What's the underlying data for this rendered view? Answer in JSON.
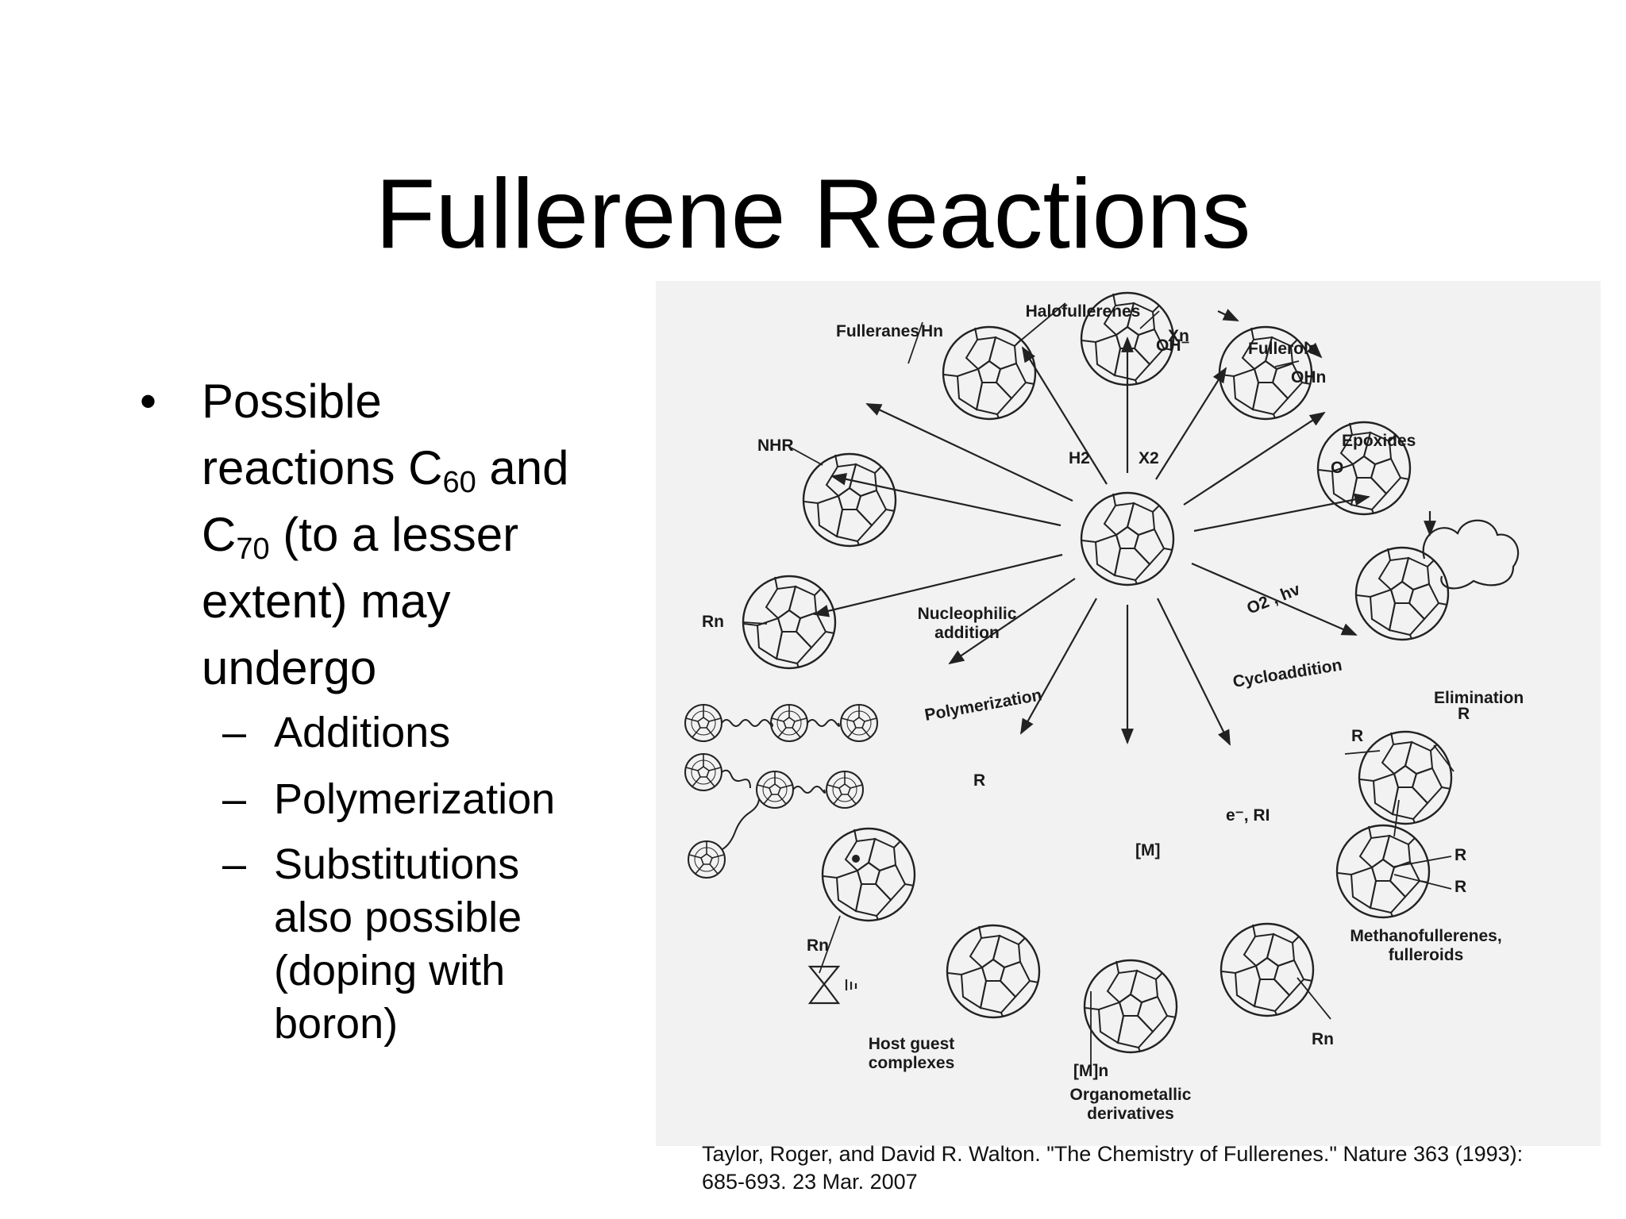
{
  "title": "Fullerene Reactions",
  "bullet": {
    "line1": "Possible",
    "line2_pre": "reactions C",
    "line2_sub": "60",
    "line2_post": " and",
    "line3_pre": "C",
    "line3_sub": "70",
    "line3_post": " (to a lesser",
    "line4": "extent) may",
    "line5": "undergo"
  },
  "sub_bullets": {
    "additions": "Additions",
    "polymerization": "Polymerization",
    "subst_1": "Substitutions",
    "subst_2": "also possible",
    "subst_3": "(doping with",
    "subst_4": "boron)"
  },
  "diagram": {
    "products": {
      "halofullerenes": "Halofullerenes",
      "xn": "Xn",
      "fulleranes": "Fulleranes",
      "hn": "Hn",
      "fullerols": "Fullerols",
      "ohn": "OHn",
      "oh_minus": "OH⁻",
      "epoxides": "Epoxides",
      "o": "O",
      "nhr": "NHR",
      "rn_left": "Rn",
      "elimination": "Elimination",
      "r_top": "R",
      "r_left": "R",
      "r_upper": "R",
      "r_lower": "R",
      "methano_1": "Methanofullerenes,",
      "methano_2": "fulleroids",
      "rn_bottom_right": "Rn",
      "m_n": "[M]n",
      "organometallic_1": "Organometallic",
      "organometallic_2": "derivatives",
      "host_1": "Host guest",
      "host_2": "complexes",
      "rn_bottom_left": "Rn"
    },
    "reagents": {
      "h2": "H2",
      "x2": "X2",
      "o2_hv": "O2 , hv",
      "cycloaddition": "Cycloaddition",
      "nucleophilic_1": "Nucleophilic",
      "nucleophilic_2": "addition",
      "polymerization": "Polymerization",
      "r": "R",
      "m": "[M]",
      "e_ri": "e⁻, RI"
    }
  },
  "citation": {
    "line1": "Taylor, Roger, and David R. Walton. \"The Chemistry of Fullerenes.\" Nature 363 (1993):",
    "line2": "685-693. 23 Mar. 2007"
  }
}
